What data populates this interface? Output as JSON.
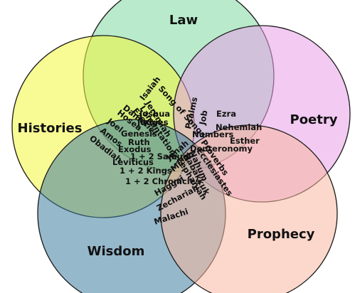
{
  "sets": [
    {
      "id": "law",
      "label": "Law",
      "color": "#7fd8a0"
    },
    {
      "id": "histories",
      "label": "Histories",
      "color": "#f2f53a"
    },
    {
      "id": "poetry",
      "label": "Poetry",
      "color": "#e79ee8"
    },
    {
      "id": "wisdom",
      "label": "Wisdom",
      "color": "#3f7ea0"
    },
    {
      "id": "prophecy",
      "label": "Prophecy",
      "color": "#f7b8a0"
    }
  ],
  "books": [
    {
      "id": "isaiah",
      "label": "Isaiah"
    },
    {
      "id": "jeremiah",
      "label": "Jeremiah"
    },
    {
      "id": "lamentations",
      "label": "Lamentations"
    },
    {
      "id": "ezekiel",
      "label": "Ezekiel"
    },
    {
      "id": "daniel",
      "label": "Daniel"
    },
    {
      "id": "hosea",
      "label": "Hosea"
    },
    {
      "id": "joshua",
      "label": "Joshua"
    },
    {
      "id": "judges",
      "label": "Judges"
    },
    {
      "id": "joel",
      "label": "Joel"
    },
    {
      "id": "genesis",
      "label": "Genesis"
    },
    {
      "id": "amos",
      "label": "Amos"
    },
    {
      "id": "ruth",
      "label": "Ruth"
    },
    {
      "id": "obadiah",
      "label": "Obadiah"
    },
    {
      "id": "exodus",
      "label": "Exodus"
    },
    {
      "id": "leviticus",
      "label": "Leviticus"
    },
    {
      "id": "samuel",
      "label": "1 + 2 Samuel"
    },
    {
      "id": "kings",
      "label": "1 + 2 Kings"
    },
    {
      "id": "chronicles",
      "label": "1 + 2 Chronicles"
    },
    {
      "id": "jonah",
      "label": "Jonah"
    },
    {
      "id": "micah",
      "label": "Micah"
    },
    {
      "id": "nahum",
      "label": "Nahum"
    },
    {
      "id": "habakkuk",
      "label": "Habakkuk"
    },
    {
      "id": "zephaniah",
      "label": "Zephaniah"
    },
    {
      "id": "haggai",
      "label": "Haggai"
    },
    {
      "id": "zechariah",
      "label": "Zechariah"
    },
    {
      "id": "malachi",
      "label": "Malachi"
    },
    {
      "id": "psalms",
      "label": "Psalms"
    },
    {
      "id": "proverbs",
      "label": "Proverbs"
    },
    {
      "id": "job",
      "label": "Job"
    },
    {
      "id": "ecclesiastes",
      "label": "Ecclesiastes"
    },
    {
      "id": "song",
      "label": "Song of Songs"
    },
    {
      "id": "ezra",
      "label": "Ezra"
    },
    {
      "id": "nehemiah",
      "label": "Nehemiah"
    },
    {
      "id": "numbers",
      "label": "Numbers"
    },
    {
      "id": "esther",
      "label": "Esther"
    },
    {
      "id": "deuteronomy",
      "label": "Deuteronomy"
    }
  ]
}
